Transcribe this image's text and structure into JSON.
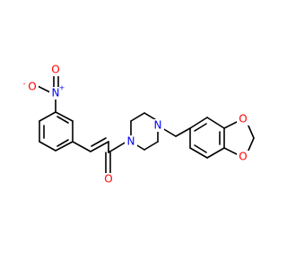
{
  "molecule": {
    "atoms": {
      "nitro_n": "N",
      "nitro_o_left": "O",
      "nitro_o_top": "O",
      "carbonyl_o": "O",
      "pip_n1": "N",
      "pip_n4": "N",
      "diox_o_top": "O",
      "diox_o_bottom": "O"
    },
    "charges": {
      "nitro_n": "+",
      "nitro_o_left": "-"
    },
    "colors": {
      "nitrogen": "#0000ff",
      "oxygen": "#ff0000",
      "carbon_bond": "#000000"
    }
  }
}
